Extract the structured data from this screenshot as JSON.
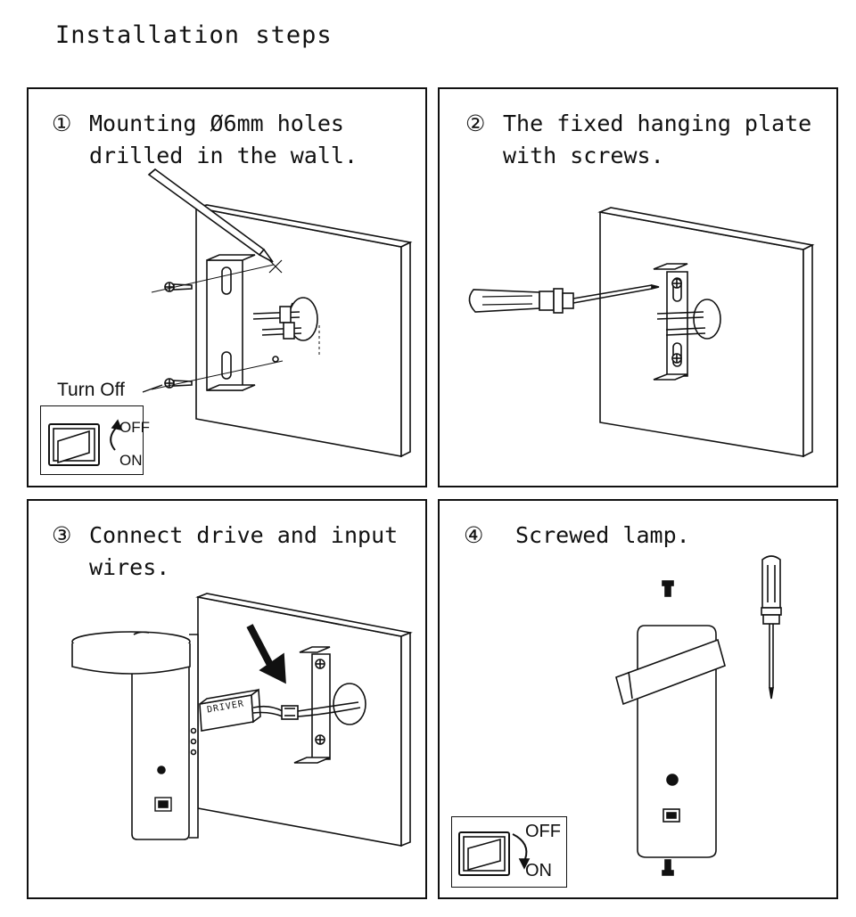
{
  "title": "Installation steps",
  "steps": [
    {
      "number": "①",
      "line1": "Mounting Ø6mm holes",
      "line2": "drilled in the wall.",
      "switch_label": "Turn Off",
      "off": "OFF",
      "on": "ON"
    },
    {
      "number": "②",
      "line1": "The fixed hanging plate",
      "line2": "with screws."
    },
    {
      "number": "③",
      "line1": "Connect drive and input",
      "line2": "wires.",
      "driver_label": "DRIVER"
    },
    {
      "number": "④",
      "line1": "Screwed lamp.",
      "off": "OFF",
      "on": "ON"
    }
  ]
}
